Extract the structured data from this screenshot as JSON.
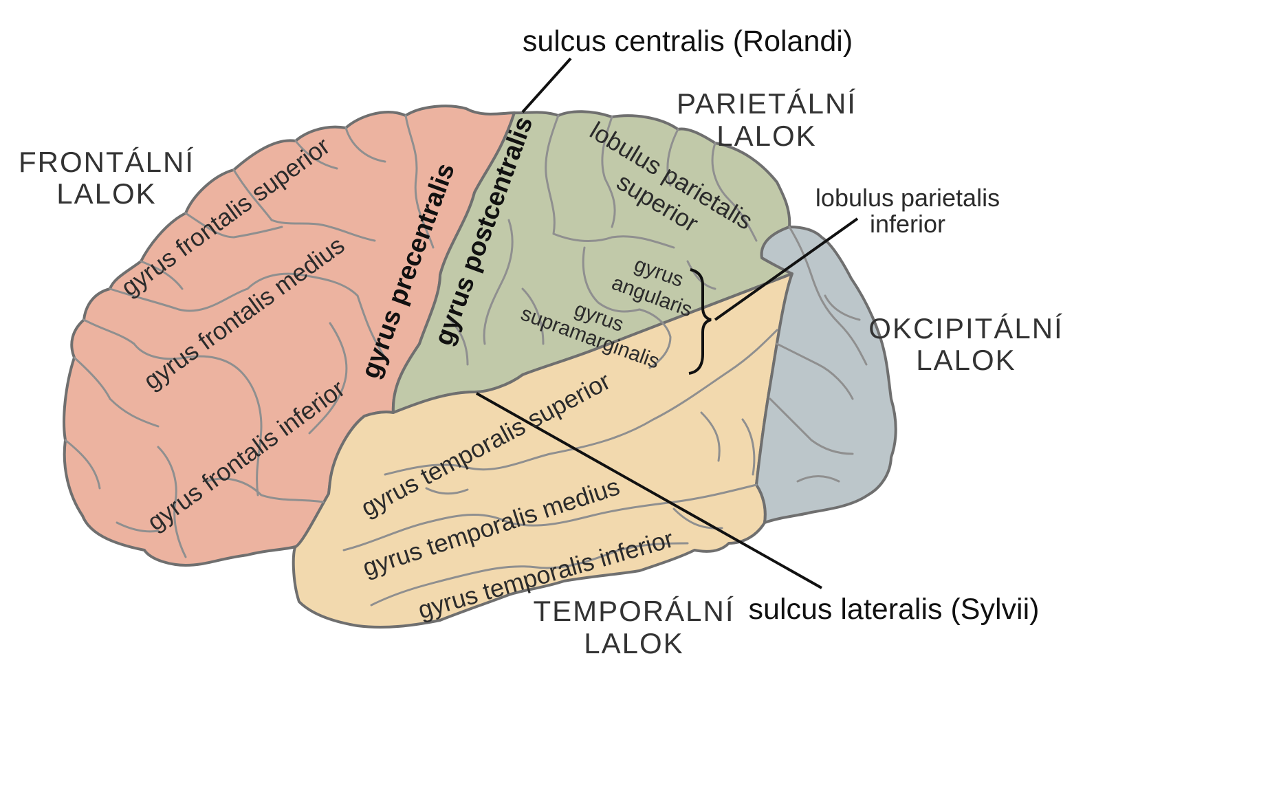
{
  "colors": {
    "frontal": "#ecb3a0",
    "parietal": "#c1c9a9",
    "temporal": "#f2d9ae",
    "occipital": "#bcc6ca",
    "outline": "#6f6f6f",
    "sulcus": "#8f8f8f",
    "pointer": "#111111"
  },
  "lobes": {
    "frontal": {
      "line1": "FRONTÁLNÍ",
      "line2": "LALOK"
    },
    "parietal": {
      "line1": "PARIETÁLNÍ",
      "line2": "LALOK"
    },
    "occipital": {
      "line1": "OKCIPITÁLNÍ",
      "line2": "LALOK"
    },
    "temporal": {
      "line1": "TEMPORÁLNÍ",
      "line2": "LALOK"
    }
  },
  "gyri": {
    "frontalis_superior": "gyrus frontalis superior",
    "frontalis_medius": "gyrus frontalis medius",
    "frontalis_inferior": "gyrus frontalis inferior",
    "precentralis": "gyrus precentralis",
    "postcentralis": "gyrus postcentralis",
    "lobulus_parietalis_superior_1": "lobulus parietalis",
    "lobulus_parietalis_superior_2": "superior",
    "angularis_1": "gyrus",
    "angularis_2": "angularis",
    "supramarginalis_1": "gyrus",
    "supramarginalis_2": "supramarginalis",
    "temporalis_superior": "gyrus temporalis superior",
    "temporalis_medius": "gyrus temporalis medius",
    "temporalis_inferior": "gyrus temporalis inferior"
  },
  "callouts": {
    "sulcus_centralis": "sulcus centralis (Rolandi)",
    "sulcus_lateralis": "sulcus lateralis (Sylvii)",
    "lobulus_parietalis_inferior_1": "lobulus parietalis",
    "lobulus_parietalis_inferior_2": "inferior"
  }
}
